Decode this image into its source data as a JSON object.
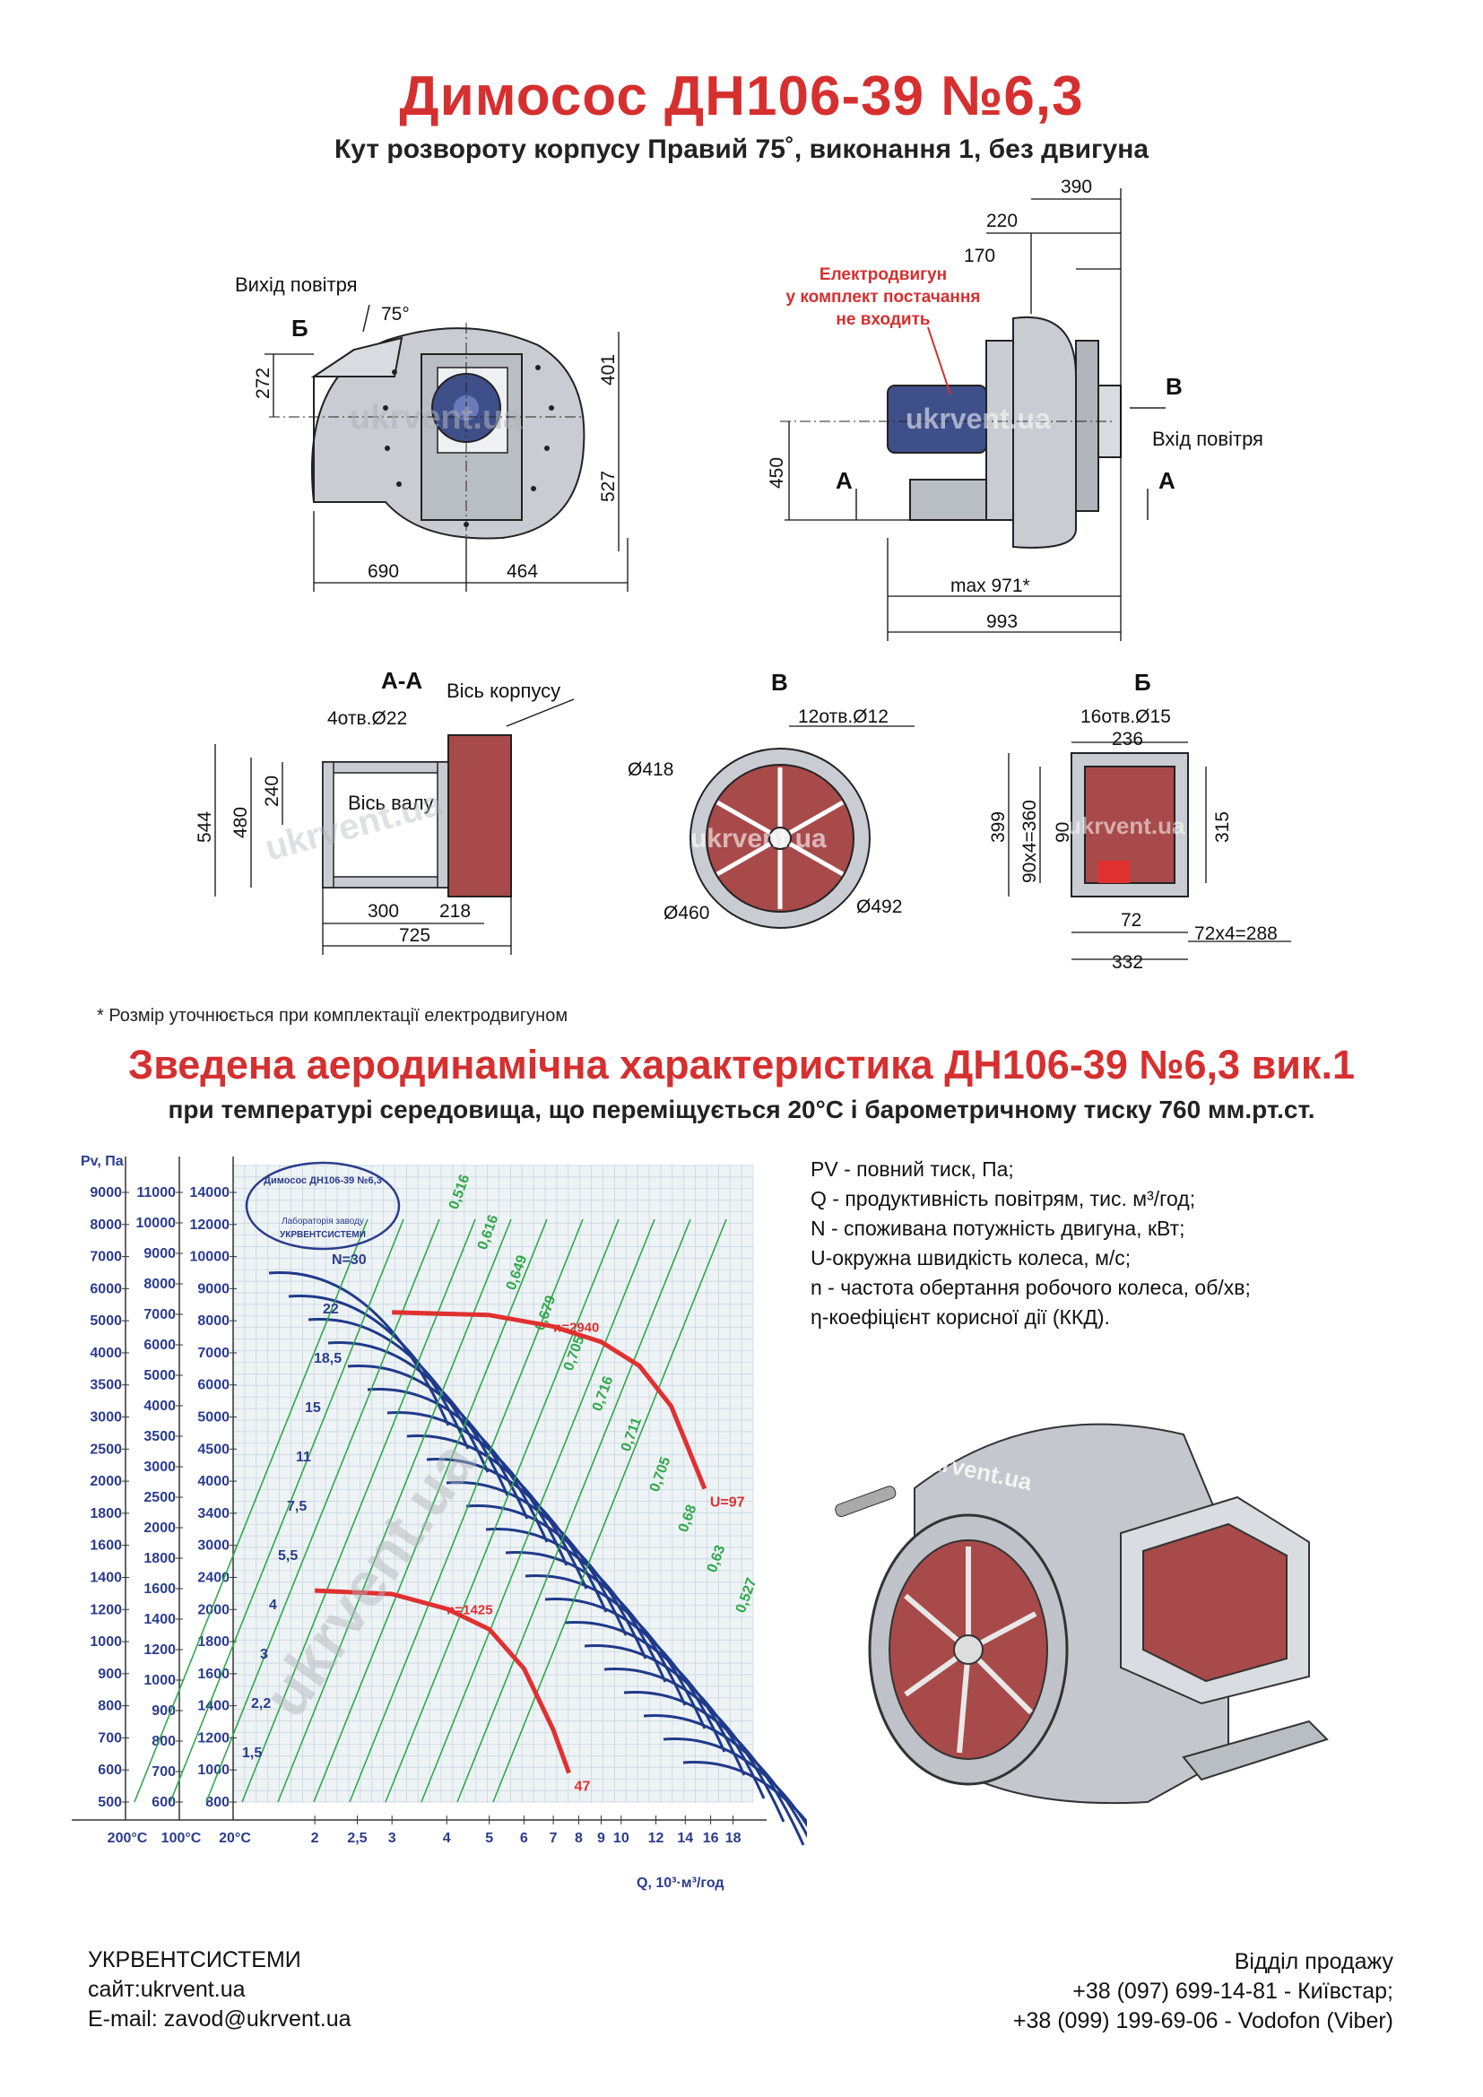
{
  "header": {
    "title": "Димосос  ДН106-39 №6,3",
    "subtitle": "Кут розвороту корпусу Правий 75˚, виконання 1, без двигуна"
  },
  "drawing_front": {
    "outlet_label": "Вихід повітря",
    "section_b": "Б",
    "angle": "75°",
    "dims": {
      "d272": "272",
      "d401": "401",
      "d527": "527",
      "d690": "690",
      "d464": "464"
    }
  },
  "drawing_side": {
    "motor_note": [
      "Електродвигун",
      "у комплект постачання",
      "не входить"
    ],
    "inlet_label": "Вхід повітря",
    "section_a": "А",
    "section_v": "В",
    "dims": {
      "d390": "390",
      "d220": "220",
      "d170": "170",
      "d450": "450",
      "max971": "max 971*",
      "d993": "993"
    }
  },
  "section_aa": {
    "title": "А-А",
    "body_axis": "Вісь корпусу",
    "shaft_axis": "Вісь валу",
    "holes": "4отв.Ø22",
    "dims": {
      "d544": "544",
      "d480": "480",
      "d240": "240",
      "d300": "300",
      "d218": "218",
      "d725": "725"
    }
  },
  "section_v": {
    "title": "В",
    "holes": "12отв.Ø12",
    "dims": {
      "d418": "Ø418",
      "d460": "Ø460",
      "d492": "Ø492"
    }
  },
  "section_b": {
    "title": "Б",
    "holes": "16отв.Ø15",
    "dims": {
      "d236": "236",
      "d399": "399",
      "d360": "90x4=360",
      "d90": "90",
      "d315": "315",
      "d72": "72",
      "d288": "72x4=288",
      "d332": "332"
    }
  },
  "watermark": "ukrvent.ua",
  "footnote": "* Розмір уточнюється при комплектації електродвигуном",
  "chart_section": {
    "title": "Зведена аеродинамічна характеристика ДН106-39 №6,3 вик.1",
    "subtitle": "при температурі середовища, що переміщується 20°С і барометричному тиску 760 мм.рт.ст."
  },
  "legend": [
    "PV - повний тиск, Па;",
    "Q - продуктивність повітрям, тис. м³/год;",
    "N - споживана потужність двигуна, кВт;",
    "U-окружна швидкість колеса, м/с;",
    "n - частота обертання робочого колеса, об/хв;",
    "η-коефіцієнт корисної дії (ККД)."
  ],
  "stamp": {
    "line1": "Димосос ДН106-39 №6,3",
    "line2": "Лабораторія заводу",
    "line3": "УКРВЕНТСИСТЕМИ"
  },
  "chart_data": {
    "type": "line",
    "ylabel": "Pv, Па",
    "xlabel": "Q, 10³·м³/год",
    "x_scale": "log",
    "y_scale": "log",
    "temperature_labels": [
      "200°С",
      "100°С",
      "20°С"
    ],
    "x_ticks": [
      "2",
      "2,5",
      "3",
      "4",
      "5",
      "6",
      "7",
      "8",
      "9",
      "10",
      "12",
      "14",
      "16",
      "18"
    ],
    "y_ticks_200C": [
      "500",
      "600",
      "700",
      "800",
      "900",
      "1000",
      "1200",
      "1400",
      "1600",
      "1800",
      "2000",
      "2500",
      "3000",
      "3500",
      "4000",
      "5000",
      "6000",
      "7000",
      "8000",
      "9000"
    ],
    "y_ticks_100C": [
      "600",
      "700",
      "800",
      "900",
      "1000",
      "1200",
      "1400",
      "1600",
      "1800",
      "2000",
      "2500",
      "3000",
      "3500",
      "4000",
      "5000",
      "6000",
      "7000",
      "8000",
      "9000",
      "10000",
      "11000"
    ],
    "y_ticks_20C": [
      "800",
      "1000",
      "1200",
      "1400",
      "1600",
      "1800",
      "2000",
      "2400",
      "3000",
      "3400",
      "4000",
      "4500",
      "5000",
      "6000",
      "7000",
      "8000",
      "9000",
      "10000",
      "12000",
      "14000"
    ],
    "power_labels": [
      "N=30",
      "22",
      "18,5",
      "15",
      "11",
      "7,5",
      "5,5",
      "4",
      "3",
      "2,2",
      "1,5"
    ],
    "efficiency_labels": [
      "0,516",
      "0,616",
      "0,649",
      "0,679",
      "0,705",
      "0,716",
      "0,711",
      "0,705",
      "0,68",
      "0,63",
      "0,527"
    ],
    "series": [
      {
        "name": "n=2940",
        "end_label": "U=97",
        "points": [
          [
            3.0,
            7000
          ],
          [
            5.0,
            6900
          ],
          [
            7.0,
            6500
          ],
          [
            9.0,
            6000
          ],
          [
            11.0,
            5300
          ],
          [
            13.0,
            4300
          ],
          [
            15.5,
            2800
          ]
        ]
      },
      {
        "name": "n=1425",
        "end_label": "47",
        "points": [
          [
            2.0,
            1650
          ],
          [
            3.0,
            1620
          ],
          [
            4.0,
            1500
          ],
          [
            5.0,
            1350
          ],
          [
            6.0,
            1100
          ],
          [
            7.0,
            800
          ],
          [
            7.6,
            640
          ]
        ]
      }
    ]
  },
  "footer": {
    "company": "УКРВЕНТСИСТЕМИ",
    "site": "сайт:ukrvent.ua",
    "email": "E-mail: zavod@ukrvent.ua",
    "sales": "Відділ продажу",
    "phone1": "+38 (097) 699-14-81 - Київстар;",
    "phone2": "+38 (099) 199-69-06 - Vodofon (Viber)"
  }
}
